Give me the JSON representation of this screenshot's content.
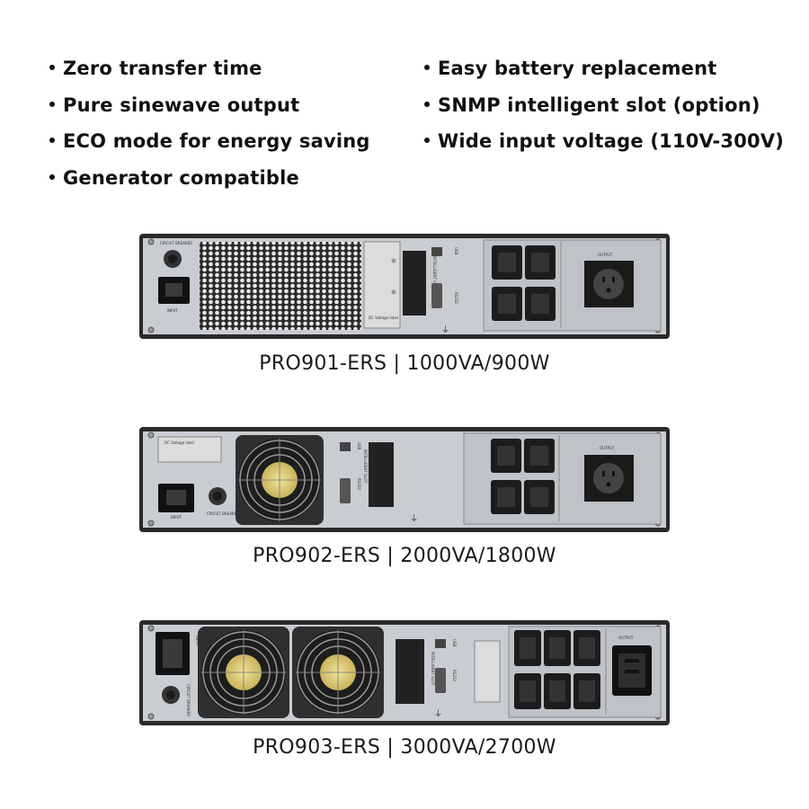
{
  "features": {
    "left": [
      "Zero transfer time",
      "Pure sinewave output",
      "ECO mode for energy saving",
      "Generator compatible"
    ],
    "right": [
      "Easy battery replacement",
      "SNMP intelligent slot (option)",
      "Wide input voltage (110V-300V)"
    ]
  },
  "units": [
    {
      "caption": "PRO901-ERS | 1000VA/900W",
      "labels": {
        "breaker": "CIRCUIT BREAKER",
        "input": "INPUT",
        "slot": "INTELLIGENT SLOT",
        "usb": "USB",
        "rs232": "RS232",
        "dc": "DC Voltage label",
        "output": "OUTPUT"
      }
    },
    {
      "caption": "PRO902-ERS | 2000VA/1800W",
      "labels": {
        "breaker": "CIRCUIT BREAKER",
        "input": "INPUT",
        "slot": "INTELLIGENT SLOT",
        "usb": "USB",
        "rs232": "RS232",
        "dc": "DC Voltage label",
        "output": "OUTPUT"
      }
    },
    {
      "caption": "PRO903-ERS | 3000VA/2700W",
      "labels": {
        "breaker": "CIRCUIT BREAKER",
        "input": "INPUT",
        "slot": "INTELLIGENT SLOT",
        "usb": "USB",
        "rs232": "RS232",
        "output": "OUTPUT"
      }
    }
  ],
  "colors": {
    "chassis": "#2a2a2a",
    "panel": "#cfd2d5",
    "grille": "#3a3a3a",
    "fan_label": "#e6d98a"
  }
}
